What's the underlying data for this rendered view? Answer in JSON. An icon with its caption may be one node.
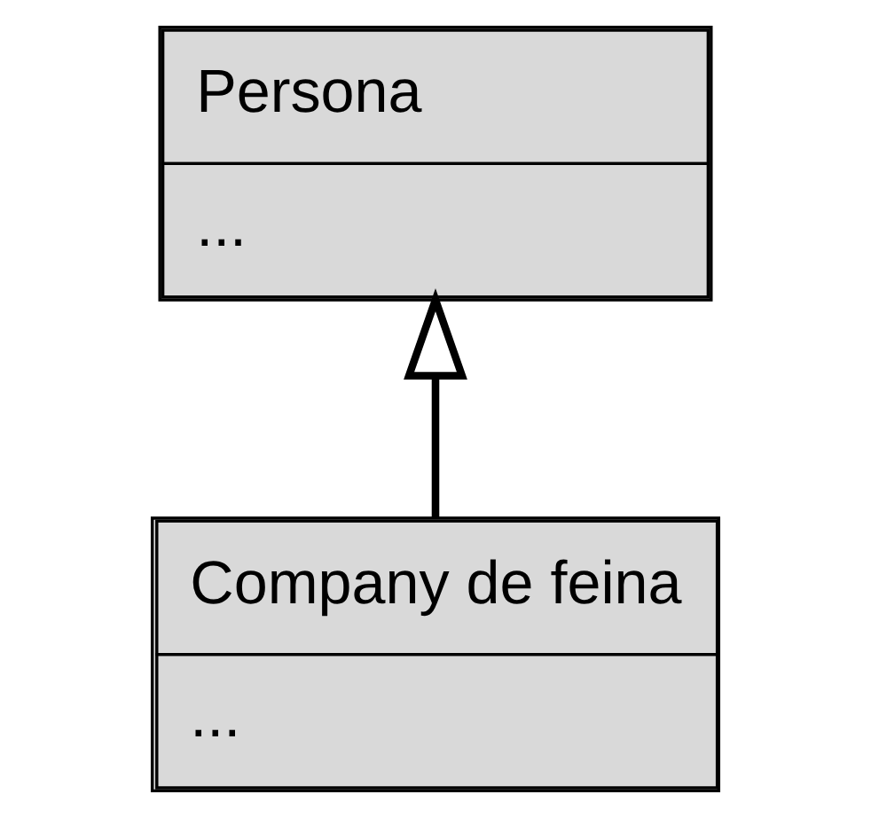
{
  "diagram": {
    "nodes": [
      {
        "text": [
          "Persona",
          "..."
        ]
      },
      {
        "text": [
          "Company de feina",
          "..."
        ]
      }
    ],
    "edges": [
      {
        "from": 1,
        "to": 0,
        "arrow": "to"
      }
    ]
  }
}
